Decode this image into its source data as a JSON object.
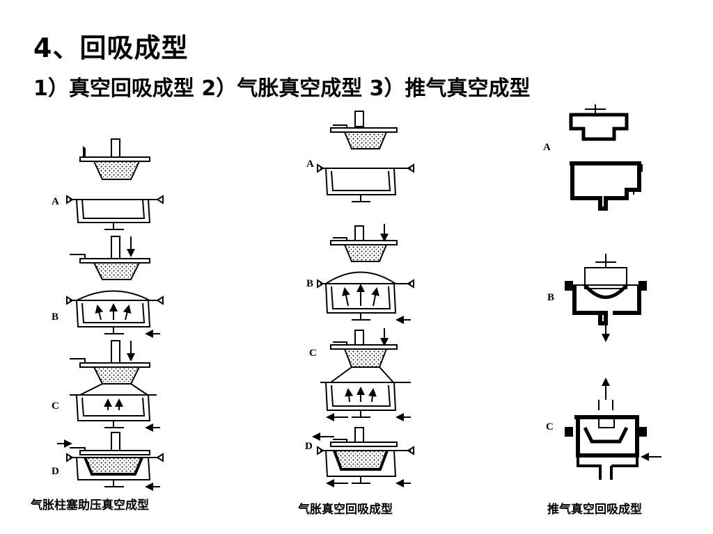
{
  "slide": {
    "title": "4、回吸成型",
    "subtitle": "1）真空回吸成型 2）气胀真空成型 3）推气真空成型"
  },
  "figures": [
    {
      "caption": "气胀柱塞助压真空成型",
      "stages": [
        "A",
        "B",
        "C",
        "D"
      ]
    },
    {
      "caption": "气胀真空回吸成型",
      "stages": [
        "A",
        "B",
        "C",
        "D"
      ]
    },
    {
      "caption": "推气真空回吸成型",
      "stages": [
        "A",
        "B",
        "C"
      ]
    }
  ]
}
